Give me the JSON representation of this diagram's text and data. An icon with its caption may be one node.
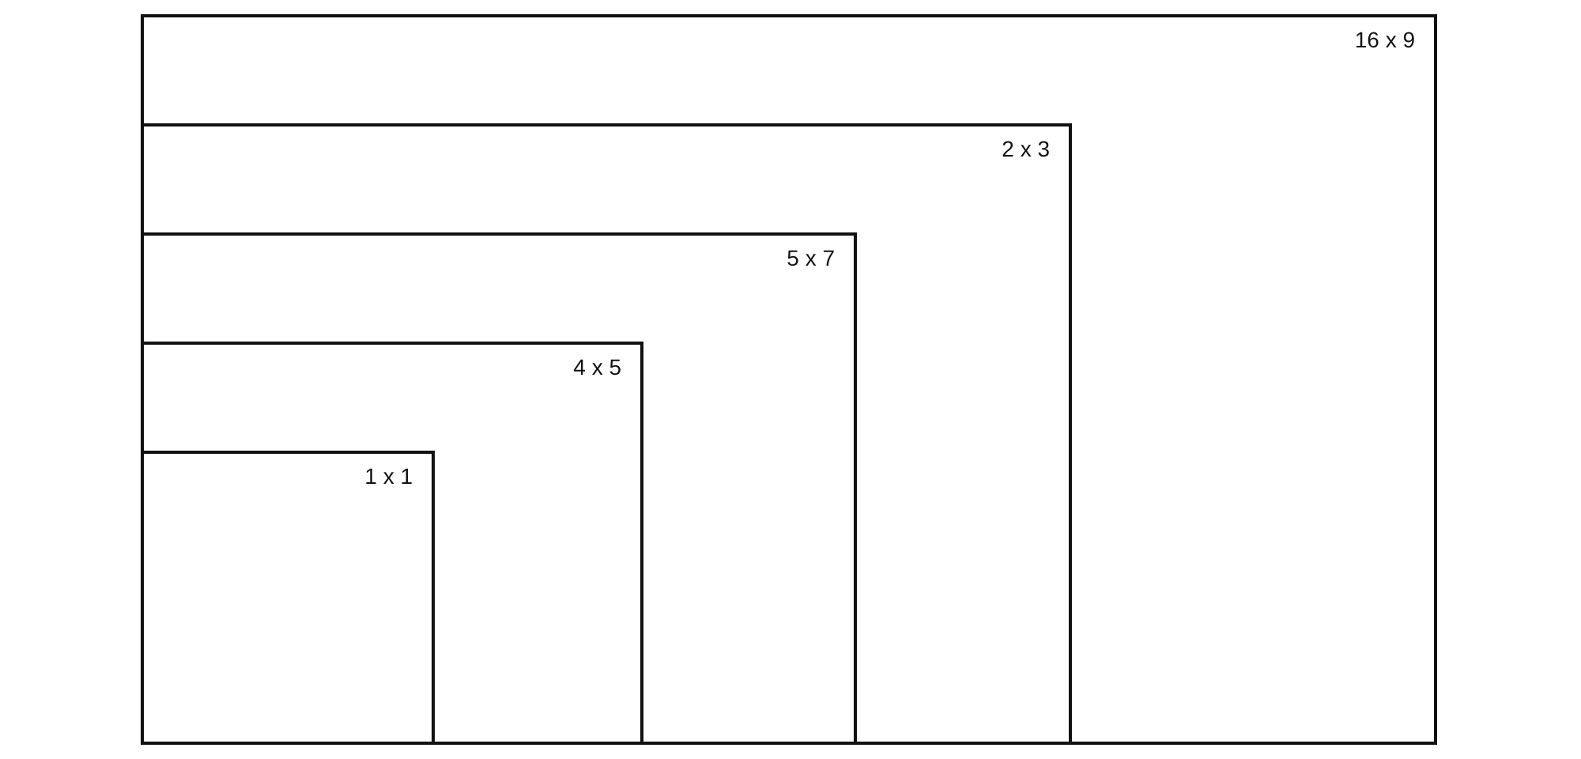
{
  "diagram": {
    "nodes": [
      {
        "text": [
          "16 x 9"
        ]
      },
      {
        "text": [
          "2 x 3"
        ],
        "in": 0
      },
      {
        "text": [
          "5 x 7"
        ],
        "in": 1
      },
      {
        "text": [
          "4 x 5"
        ],
        "in": 2
      },
      {
        "text": [
          "1 x 1"
        ],
        "in": 3
      }
    ]
  }
}
